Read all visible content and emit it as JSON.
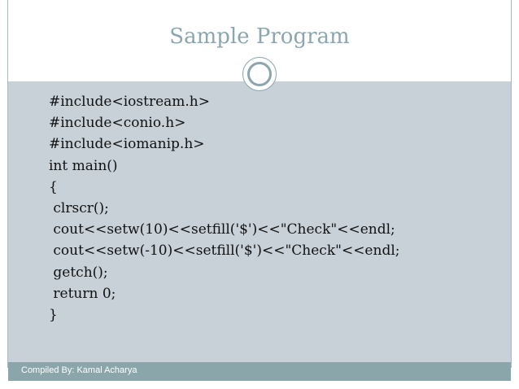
{
  "slide": {
    "title": "Sample Program",
    "code_lines": [
      "#include<iostream.h>",
      "#include<conio.h>",
      "#include<iomanip.h>",
      "int main()",
      "{",
      " clrscr();",
      " cout<<setw(10)<<setfill('$')<<\"Check\"<<endl;",
      " cout<<setw(-10)<<setfill('$')<<\"Check\"<<endl;",
      " getch();",
      " return 0;",
      "}"
    ],
    "footer": "Compiled By: Kamal Acharya"
  },
  "colors": {
    "title": "#8ba6ae",
    "content_background": "#c8d1d8",
    "footer_background": "#8ba6ab",
    "accent": "#8aa5ae"
  },
  "icons": {
    "divider": "circle-ornament-icon"
  }
}
